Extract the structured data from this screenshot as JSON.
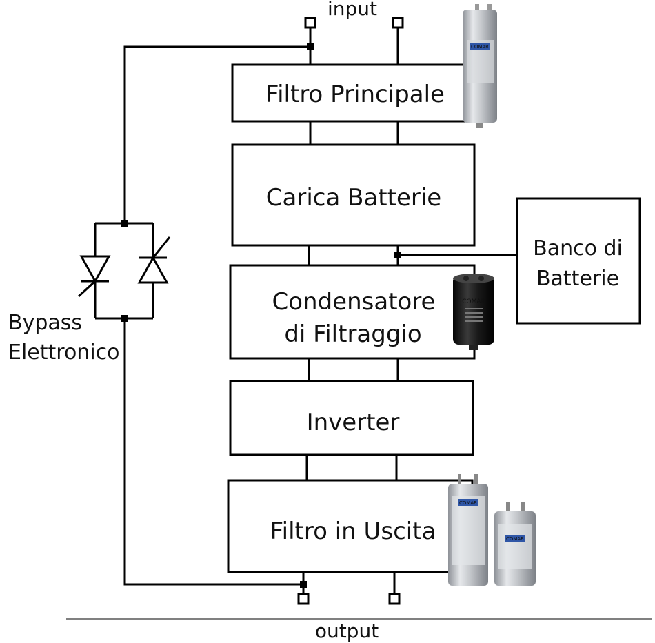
{
  "diagram": {
    "input_label": "input",
    "output_label": "output",
    "blocks": {
      "filtro_principale": "Filtro Principale",
      "carica_batterie": "Carica Batterie",
      "condensatore_line1": "Condensatore",
      "condensatore_line2": "di Filtraggio",
      "inverter": "Inverter",
      "filtro_uscita": "Filtro in Uscita",
      "banco_line1": "Banco di",
      "banco_line2": "Batterie"
    },
    "bypass": {
      "line1": "Bypass",
      "line2": "Elettronico"
    },
    "capacitor_brand": "COMAR"
  },
  "colors": {
    "line": "#000000",
    "text": "#111111",
    "capacitor_silver": "#c9ccd0",
    "capacitor_black": "#1a1a1a"
  }
}
